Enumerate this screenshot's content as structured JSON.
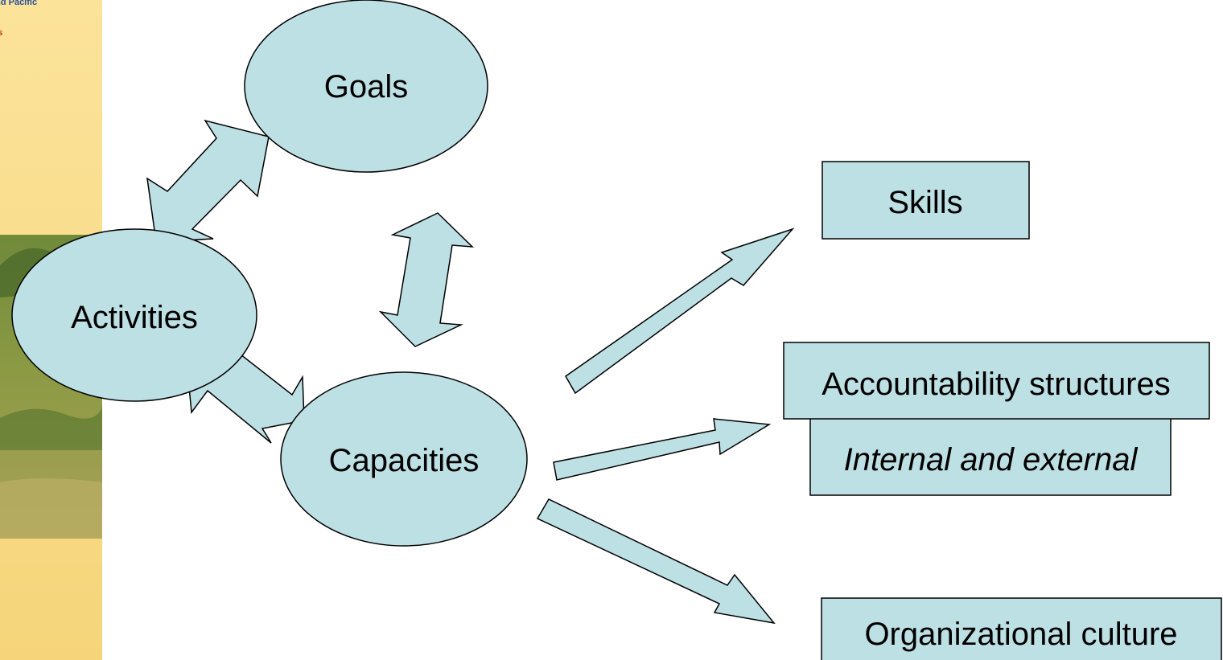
{
  "side_banner": {
    "line1": "and Pacific",
    "line2": "s"
  },
  "nodes": {
    "goals": "Goals",
    "activities": "Activities",
    "capacities": "Capacities",
    "skills": "Skills",
    "accountability": "Accountability structures",
    "internal_external": "Internal and external",
    "culture": "Organizational culture"
  },
  "colors": {
    "shape_fill": "#bde0e4",
    "stroke": "#000000",
    "banner_yellow": "#f9d67a",
    "banner_text_blue": "#2a4f9c",
    "banner_text_red": "#c03020"
  }
}
